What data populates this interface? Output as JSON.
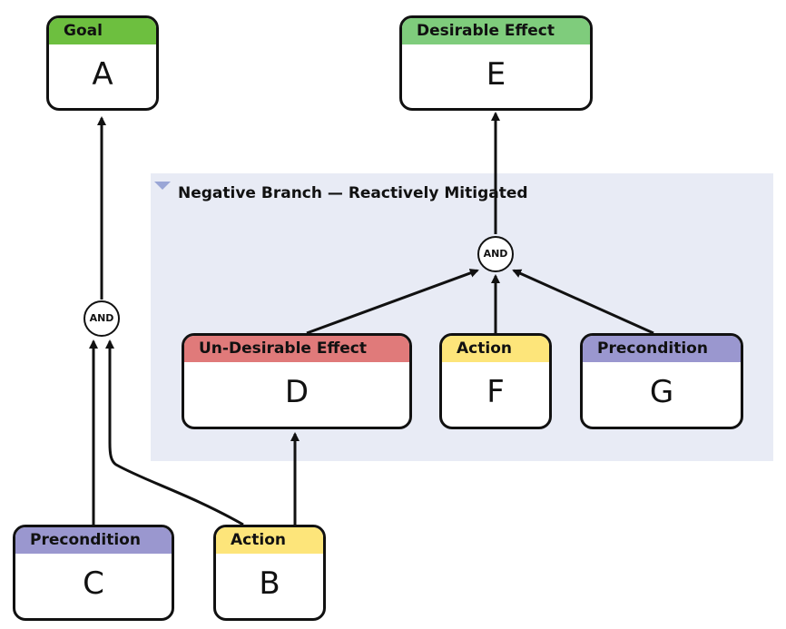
{
  "group": {
    "title": "Negative Branch — Reactively Mitigated"
  },
  "nodes": {
    "A": {
      "type": "Goal",
      "label": "A",
      "color": "#6dbf3f"
    },
    "E": {
      "type": "Desirable Effect",
      "label": "E",
      "color": "#7fcc7c"
    },
    "D": {
      "type": "Un-Desirable Effect",
      "label": "D",
      "color": "#e07a7a"
    },
    "F": {
      "type": "Action",
      "label": "F",
      "color": "#fde57a"
    },
    "G": {
      "type": "Precondition",
      "label": "G",
      "color": "#9a97cf"
    },
    "C": {
      "type": "Precondition",
      "label": "C",
      "color": "#9a97cf"
    },
    "B": {
      "type": "Action",
      "label": "B",
      "color": "#fde57a"
    }
  },
  "junctions": {
    "and_left": {
      "label": "AND"
    },
    "and_right": {
      "label": "AND"
    }
  },
  "edges": [
    {
      "from": "C",
      "to": "and_left"
    },
    {
      "from": "B",
      "to": "and_left"
    },
    {
      "from": "and_left",
      "to": "A"
    },
    {
      "from": "B",
      "to": "D"
    },
    {
      "from": "D",
      "to": "and_right"
    },
    {
      "from": "F",
      "to": "and_right"
    },
    {
      "from": "G",
      "to": "and_right"
    },
    {
      "from": "and_right",
      "to": "E"
    }
  ]
}
